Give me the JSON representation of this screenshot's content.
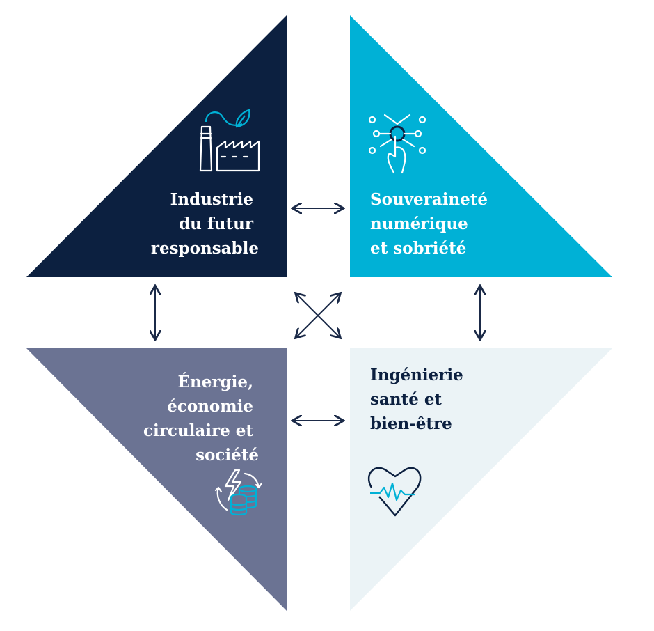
{
  "colors": {
    "navy": "#0c2040",
    "cyan": "#00b1d6",
    "slate": "#6b7393",
    "pale": "#ebf3f6",
    "arrow": "#1b2a48"
  },
  "quadrants": [
    {
      "id": "industrie",
      "lines": [
        "Industrie",
        "du futur",
        "responsable"
      ],
      "icon": "factory-leaf-icon"
    },
    {
      "id": "souverainete",
      "lines": [
        "Souveraineté",
        "numérique",
        "et sobriété"
      ],
      "icon": "network-touch-icon"
    },
    {
      "id": "energie",
      "lines": [
        "Énergie,",
        "économie",
        "circulaire et",
        "société"
      ],
      "icon": "energy-coins-cycle-icon"
    },
    {
      "id": "sante",
      "lines": [
        "Ingénierie",
        "santé et",
        "bien-être"
      ],
      "icon": "heart-pulse-icon"
    }
  ]
}
